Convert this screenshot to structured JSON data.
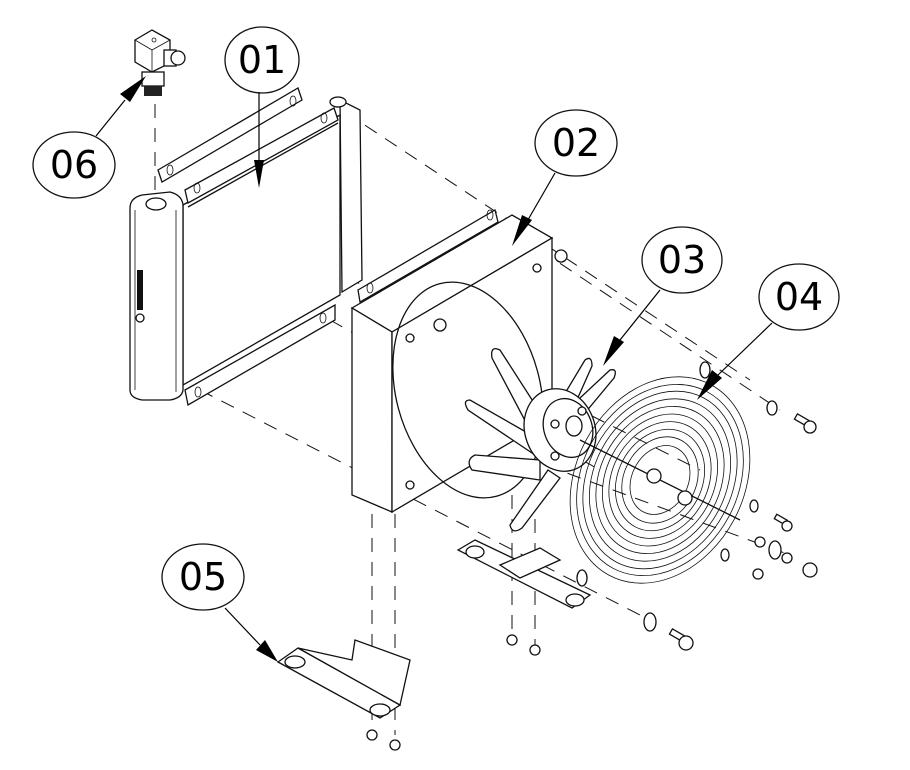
{
  "diagram": {
    "type": "exploded-assembly-view",
    "callouts": [
      {
        "id": "01",
        "label": "01",
        "part": "radiator-core"
      },
      {
        "id": "02",
        "label": "02",
        "part": "fan-shroud"
      },
      {
        "id": "03",
        "label": "03",
        "part": "fan-motor-with-blades"
      },
      {
        "id": "04",
        "label": "04",
        "part": "fan-guard-grille"
      },
      {
        "id": "05",
        "label": "05",
        "part": "mounting-bracket"
      },
      {
        "id": "06",
        "label": "06",
        "part": "temperature-switch-connector"
      }
    ],
    "colors": {
      "line": "#111111",
      "background": "#ffffff"
    }
  }
}
